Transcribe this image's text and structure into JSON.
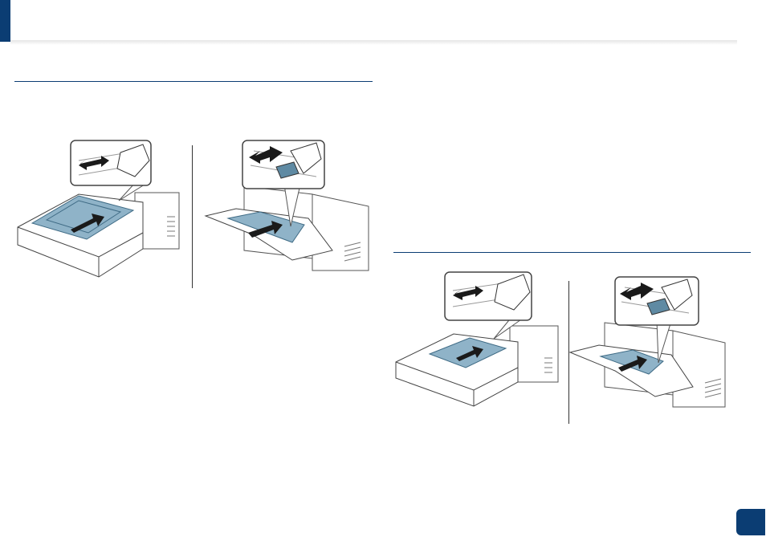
{
  "colors": {
    "accent": "#0b3d73",
    "paper": "#8fb3c8",
    "paper_dark": "#5f8aa3",
    "arrow": "#1a1a1a"
  },
  "illustrations": [
    {
      "id": "tray1-envelope",
      "icon": "paper-tray-envelope-illustration"
    },
    {
      "id": "mp-tray-envelope",
      "icon": "multipurpose-tray-envelope-illustration"
    },
    {
      "id": "tray1-label",
      "icon": "paper-tray-label-illustration"
    },
    {
      "id": "mp-tray-label",
      "icon": "multipurpose-tray-label-illustration"
    }
  ]
}
